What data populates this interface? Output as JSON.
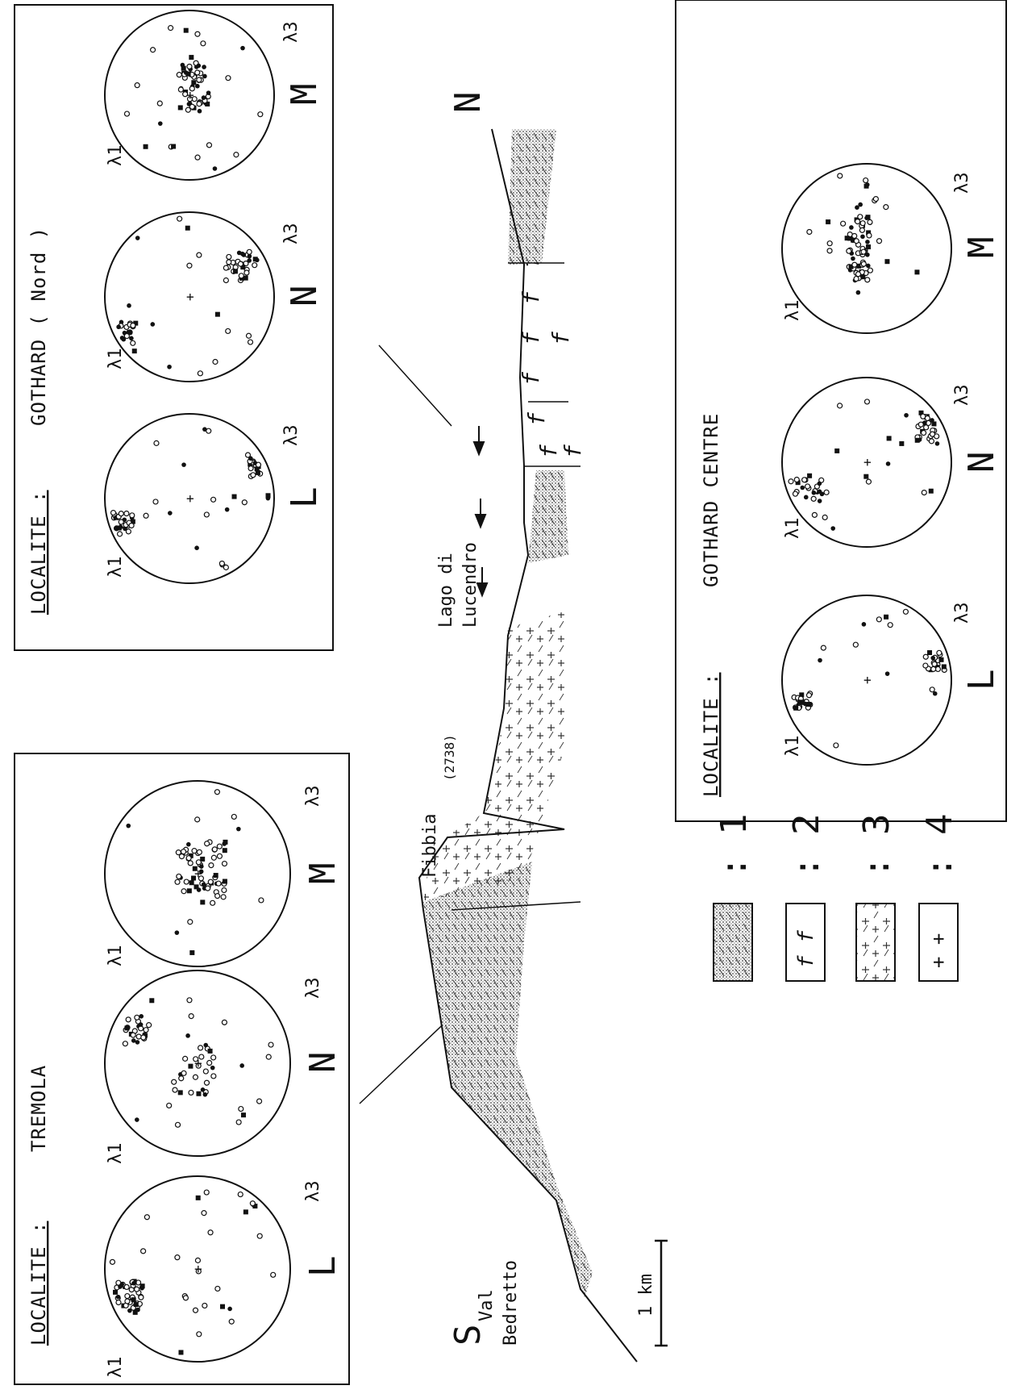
{
  "panels": [
    {
      "localite_label": "LOCALITE :",
      "name": "TREMOLA",
      "nets": [
        {
          "letter": "L",
          "l1": "λ1",
          "l3": "λ3"
        },
        {
          "letter": "N",
          "l1": "λ1",
          "l3": "λ3"
        },
        {
          "letter": "M",
          "l1": "λ1",
          "l3": "λ3"
        }
      ]
    },
    {
      "localite_label": "LOCALITE :",
      "name": "GOTHARD ( Nord )",
      "nets": [
        {
          "letter": "L",
          "l1": "λ1",
          "l3": "λ3"
        },
        {
          "letter": "N",
          "l1": "λ1",
          "l3": "λ3"
        },
        {
          "letter": "M",
          "l1": "λ1",
          "l3": "λ3"
        }
      ]
    },
    {
      "localite_label": "LOCALITE :",
      "name": "GOTHARD CENTRE",
      "nets": [
        {
          "letter": "L",
          "l1": "λ1",
          "l3": "λ3"
        },
        {
          "letter": "N",
          "l1": "λ1",
          "l3": "λ3"
        },
        {
          "letter": "M",
          "l1": "λ1",
          "l3": "λ3"
        }
      ]
    }
  ],
  "section": {
    "south": "S",
    "north": "N",
    "val_bedretto": [
      "Val",
      "Bedretto"
    ],
    "fibbia": "Fibbia",
    "fibbia_alt": "(2738)",
    "lago": [
      "Lago di",
      "Lucendro"
    ],
    "scale": "1 km"
  },
  "legend": [
    {
      "num": ": 1",
      "symbol": "shaded"
    },
    {
      "num": ": 2",
      "symbol": "f f"
    },
    {
      "num": ": 3",
      "symbol": "dashes-crosses"
    },
    {
      "num": ": 4",
      "symbol": "+ +"
    }
  ]
}
